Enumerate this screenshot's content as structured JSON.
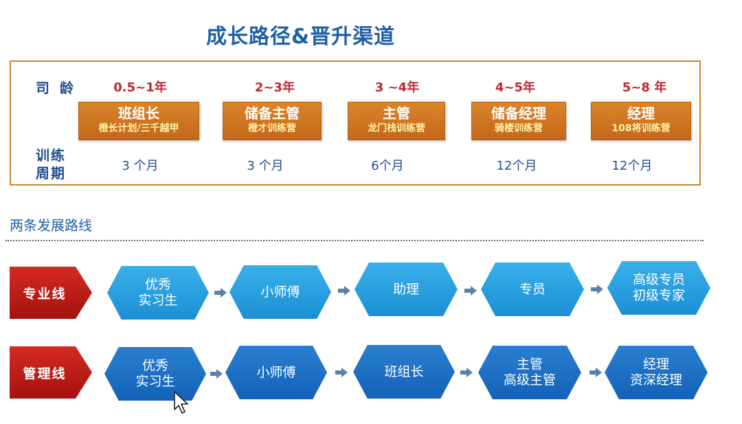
{
  "title": "成长路径&晋升渠道",
  "top_section": {
    "tenure_label": "司 龄",
    "training_label_1": "训练",
    "training_label_2": "周期",
    "stages": [
      {
        "tenure": "0.5~1年",
        "role": "班组长",
        "program": "橙长计划/三千越甲",
        "period": "3 个月"
      },
      {
        "tenure": "2~3年",
        "role": "储备主管",
        "program": "橙才训练营",
        "period": "3 个月"
      },
      {
        "tenure": "3 ~4年",
        "role": "主管",
        "program": "龙门栈训练营",
        "period": "6个月"
      },
      {
        "tenure": "4~5年",
        "role": "储备经理",
        "program": "骑楼训练营",
        "period": "12个月"
      },
      {
        "tenure": "5~8 年",
        "role": "经理",
        "program": "108将训练营",
        "period": "12个月"
      }
    ]
  },
  "paths_section": {
    "title": "两条发展路线",
    "professional": {
      "label": "专业线",
      "steps": [
        {
          "line1": "优秀",
          "line2": "实习生"
        },
        {
          "line1": "小师傅",
          "line2": ""
        },
        {
          "line1": "助理",
          "line2": ""
        },
        {
          "line1": "专员",
          "line2": ""
        },
        {
          "line1": "高级专员",
          "line2": "初级专家"
        }
      ]
    },
    "management": {
      "label": "管理线",
      "steps": [
        {
          "line1": "优秀",
          "line2": "实习生"
        },
        {
          "line1": "小师傅",
          "line2": ""
        },
        {
          "line1": "班组长",
          "line2": ""
        },
        {
          "line1": "主管",
          "line2": "高级主管"
        },
        {
          "line1": "经理",
          "line2": "资深经理"
        }
      ]
    }
  },
  "colors": {
    "title_blue": "#1f5fa8",
    "tenure_red": "#c0272d",
    "role_orange": "#c4681a",
    "label_red": "#a5120e",
    "hex_light": "#1b8fd4",
    "hex_dark": "#1362b8"
  }
}
